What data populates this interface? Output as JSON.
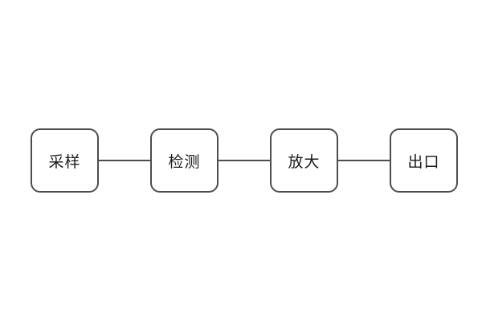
{
  "diagram": {
    "type": "flowchart",
    "direction": "horizontal",
    "nodes": [
      {
        "id": "sampling",
        "label": "采样"
      },
      {
        "id": "detection",
        "label": "检测"
      },
      {
        "id": "amplification",
        "label": "放大"
      },
      {
        "id": "output",
        "label": "出口"
      }
    ],
    "connections": [
      {
        "from": "sampling",
        "to": "detection",
        "style": "plain-line"
      },
      {
        "from": "detection",
        "to": "amplification",
        "style": "plain-line"
      },
      {
        "from": "amplification",
        "to": "output",
        "style": "plain-line"
      }
    ],
    "colors": {
      "background": "#ffffff",
      "node_fill": "#ffffff",
      "node_border": "#4d4d4d",
      "connector": "#4d4d4d",
      "text": "#1a1a1a"
    }
  }
}
